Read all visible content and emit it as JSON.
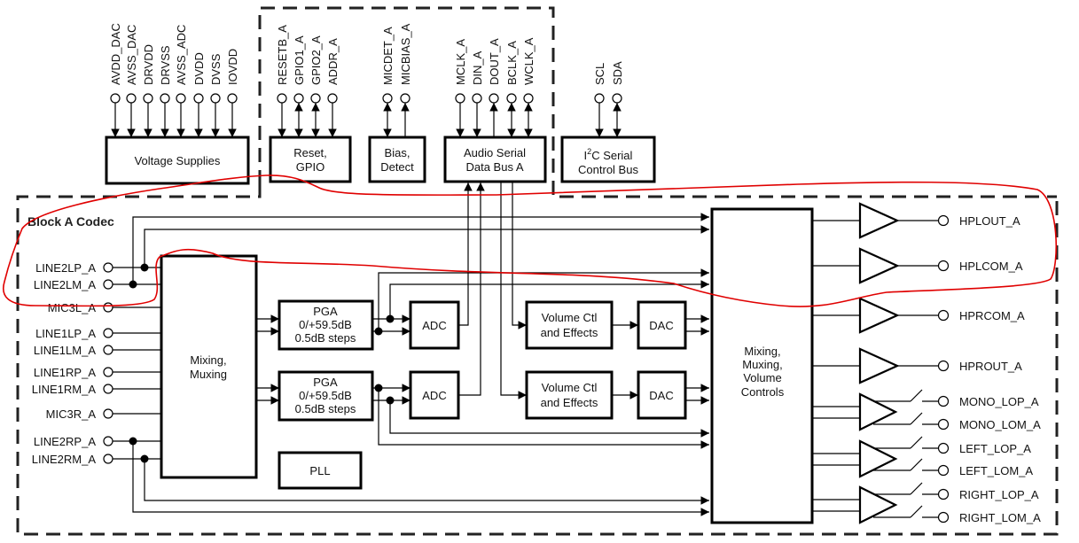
{
  "diagram": {
    "codec_title": "Block A Codec",
    "power_pins": [
      "AVDD_DAC",
      "AVSS_DAC",
      "DRVDD",
      "DRVSS",
      "AVSS_ADC",
      "DVDD",
      "DVSS",
      "IOVDD"
    ],
    "voltage_block": "Voltage Supplies",
    "reset_pins": [
      "RESETB_A",
      "GPIO1_A",
      "GPIO2_A",
      "ADDR_A"
    ],
    "reset_block": [
      "Reset,",
      "GPIO"
    ],
    "bias_pins": [
      "MICDET_A",
      "MICBIAS_A"
    ],
    "bias_block": [
      "Bias,",
      "Detect"
    ],
    "audio_pins": [
      "MCLK_A",
      "DIN_A",
      "DOUT_A",
      "BCLK_A",
      "WCLK_A"
    ],
    "audio_block": [
      "Audio Serial",
      "Data Bus A"
    ],
    "i2c_pins": [
      "SCL",
      "SDA"
    ],
    "i2c_block": {
      "prefix": "I",
      "sup": "2",
      "suffix": "C Serial",
      "line2": "Control Bus"
    },
    "inputs": [
      "LINE2LP_A",
      "LINE2LM_A",
      "MIC3L_A",
      "LINE1LP_A",
      "LINE1LM_A",
      "LINE1RP_A",
      "LINE1RM_A",
      "MIC3R_A",
      "LINE2RP_A",
      "LINE2RM_A"
    ],
    "mix_block": [
      "Mixing,",
      "Muxing"
    ],
    "pga": [
      "PGA",
      "0/+59.5dB",
      "0.5dB steps"
    ],
    "adc": "ADC",
    "volume": [
      "Volume Ctl",
      "and Effects"
    ],
    "dac": "DAC",
    "pll": "PLL",
    "out_mix_block": [
      "Mixing,",
      "Muxing,",
      "Volume",
      "Controls"
    ],
    "hp_outputs": [
      "HPLOUT_A",
      "HPLCOM_A",
      "HPRCOM_A",
      "HPROUT_A"
    ],
    "line_outputs": [
      "MONO_LOP_A",
      "MONO_LOM_A",
      "LEFT_LOP_A",
      "LEFT_LOM_A",
      "RIGHT_LOP_A",
      "RIGHT_LOM_A"
    ],
    "annotation_color": "#e00000"
  }
}
